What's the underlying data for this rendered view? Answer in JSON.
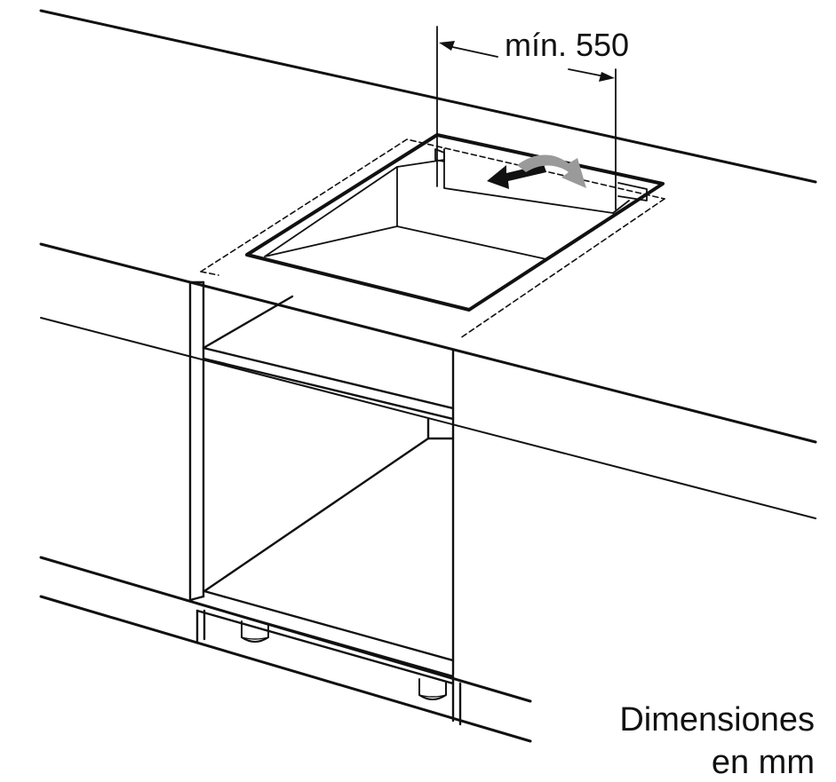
{
  "dimension": {
    "label": "mín. 550"
  },
  "units_note": {
    "line1": "Dimensiones",
    "line2": "en mm"
  },
  "colors": {
    "line": "#111111",
    "background": "#ffffff"
  }
}
